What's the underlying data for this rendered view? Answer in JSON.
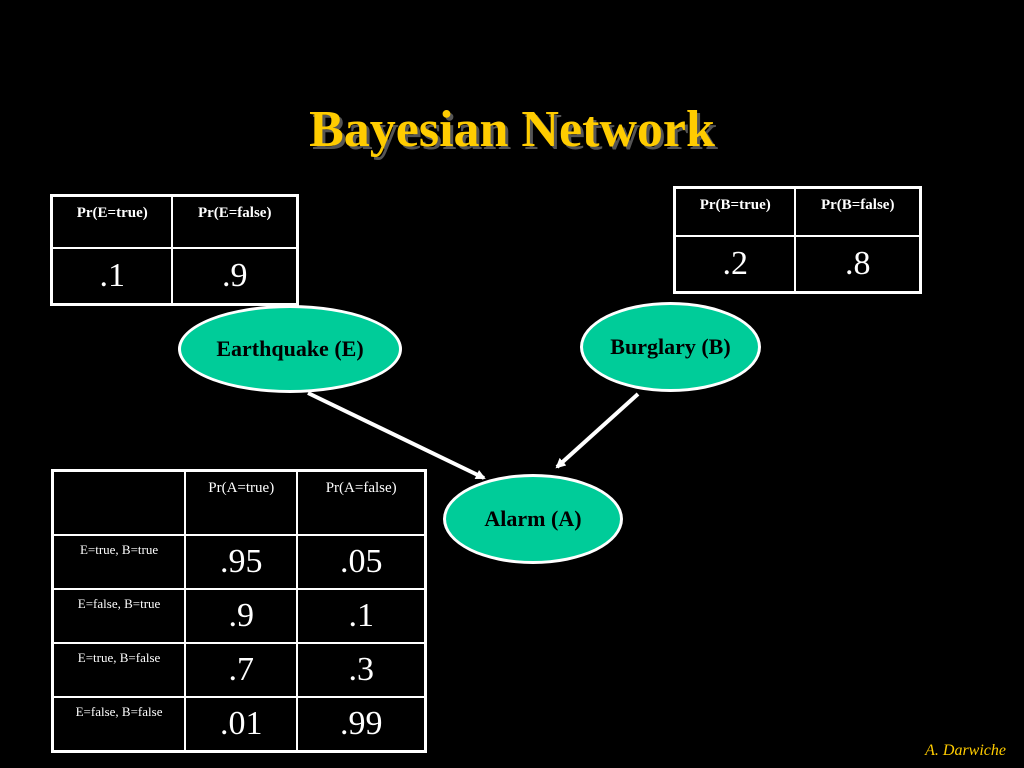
{
  "title": "Bayesian Network",
  "nodes": {
    "earthquake": "Earthquake (E)",
    "burglary": "Burglary (B)",
    "alarm": "Alarm (A)"
  },
  "table_e": {
    "headers": [
      "Pr(E=true)",
      "Pr(E=false)"
    ],
    "values": [
      ".1",
      ".9"
    ]
  },
  "table_b": {
    "headers": [
      "Pr(B=true)",
      "Pr(B=false)"
    ],
    "values": [
      ".2",
      ".8"
    ]
  },
  "table_a": {
    "headers": [
      "",
      "Pr(A=true)",
      "Pr(A=false)"
    ],
    "rows": [
      {
        "label": "E=true, B=true",
        "true": ".95",
        "false": ".05"
      },
      {
        "label": "E=false, B=true",
        "true": ".9",
        "false": ".1"
      },
      {
        "label": "E=true, B=false",
        "true": ".7",
        "false": ".3"
      },
      {
        "label": "E=false, B=false",
        "true": ".01",
        "false": ".99"
      }
    ]
  },
  "edges": [
    {
      "from": "Earthquake (E)",
      "to": "Alarm (A)"
    },
    {
      "from": "Burglary (B)",
      "to": "Alarm (A)"
    }
  ],
  "author": "A. Darwiche",
  "colors": {
    "background": "#000000",
    "title": "#ffcc00",
    "node_fill": "#00cc99",
    "lines": "#ffffff"
  }
}
